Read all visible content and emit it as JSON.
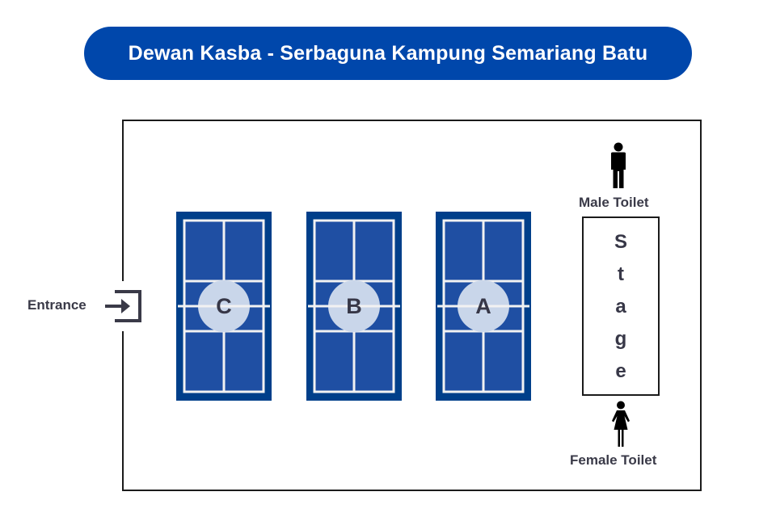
{
  "title": "Dewan Kasba - Serbaguna Kampung Semariang Batu",
  "colors": {
    "title_bg": "#0047ab",
    "court_border": "#003f8a",
    "court_fill": "#1f4fa3",
    "court_lines": "#f2f2f2",
    "court_circle": "#c9d6ea",
    "text": "#3a3a48"
  },
  "entrance": {
    "label": "Entrance",
    "icon": "login-arrow-icon"
  },
  "courts": [
    {
      "id": "C",
      "label": "C"
    },
    {
      "id": "B",
      "label": "B"
    },
    {
      "id": "A",
      "label": "A"
    }
  ],
  "toilets": {
    "male": {
      "label": "Male Toilet",
      "icon": "male-person-icon"
    },
    "female": {
      "label": "Female Toilet",
      "icon": "female-person-icon"
    }
  },
  "stage": {
    "label": "Stage",
    "letters": [
      "S",
      "t",
      "a",
      "g",
      "e"
    ]
  }
}
